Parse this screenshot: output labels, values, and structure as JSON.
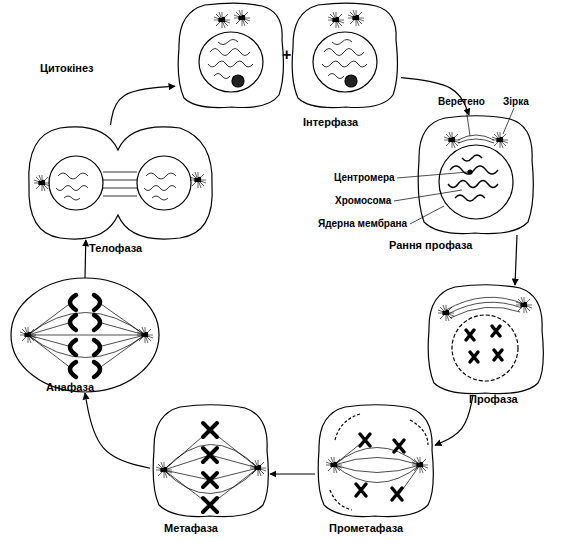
{
  "diagram": {
    "nodes": [
      {
        "text": [
          "Інтерфаза"
        ]
      },
      {
        "text": [
          "Рання профаза"
        ]
      },
      {
        "text": [
          "Профаза"
        ]
      },
      {
        "text": [
          "Прометафаза"
        ]
      },
      {
        "text": [
          "Метафаза"
        ]
      },
      {
        "text": [
          "Анафаза"
        ]
      },
      {
        "text": [
          "Телофаза"
        ]
      }
    ],
    "edges": [
      {
        "from": 0,
        "to": 1,
        "arrow": "to"
      },
      {
        "from": 1,
        "to": 2,
        "arrow": "to"
      },
      {
        "from": 2,
        "to": 3,
        "arrow": "to"
      },
      {
        "from": 3,
        "to": 4,
        "arrow": "to"
      },
      {
        "from": 4,
        "to": 5,
        "arrow": "to"
      },
      {
        "from": 5,
        "to": 6,
        "arrow": "to"
      },
      {
        "from": 6,
        "to": 0,
        "label": "Цитокінез",
        "arrow": "to"
      }
    ],
    "labels": [
      "Веретено",
      "Зірка",
      "Центромера",
      "Хромосома",
      "Ядерна мембрана",
      "+"
    ]
  }
}
